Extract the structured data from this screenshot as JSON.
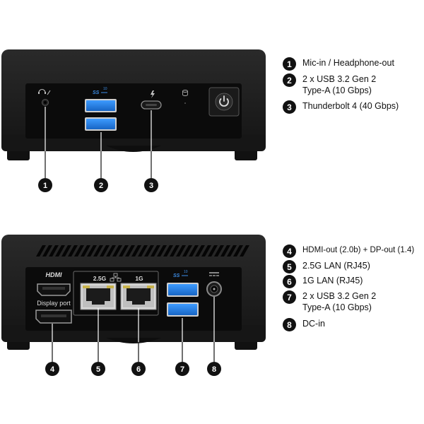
{
  "top_panel": {
    "labels": {
      "usb_logo": "SS",
      "usb_speed": "10"
    },
    "callouts": [
      "1",
      "2",
      "3"
    ],
    "legend": [
      {
        "num": "1",
        "lines": [
          "Mic-in / Headphone-out"
        ]
      },
      {
        "num": "2",
        "lines": [
          "2 x USB 3.2 Gen 2",
          "Type-A (10 Gbps)"
        ]
      },
      {
        "num": "3",
        "lines": [
          "Thunderbolt 4 (40 Gbps)"
        ]
      }
    ]
  },
  "bottom_panel": {
    "labels": {
      "hdmi": "HDMI",
      "display_port": "Display port",
      "lan_25g": "2.5G",
      "lan_1g": "1G",
      "usb_logo": "SS",
      "usb_speed": "10"
    },
    "callouts": [
      "4",
      "5",
      "6",
      "7",
      "8"
    ],
    "legend": [
      {
        "num": "4",
        "lines": [
          "HDMI-out (2.0b) + DP-out (1.4)"
        ]
      },
      {
        "num": "5",
        "lines": [
          "2.5G LAN (RJ45)"
        ]
      },
      {
        "num": "6",
        "lines": [
          "1G LAN (RJ45)"
        ]
      },
      {
        "num": "7",
        "lines": [
          "2 x USB 3.2 Gen 2",
          "Type-A (10 Gbps)"
        ]
      },
      {
        "num": "8",
        "lines": [
          "DC-in"
        ]
      }
    ]
  },
  "colors": {
    "chassis": "#1c1c1c",
    "panel": "#0b0b0b",
    "usb_blue": "#1f7fe0",
    "badge": "#111111"
  }
}
